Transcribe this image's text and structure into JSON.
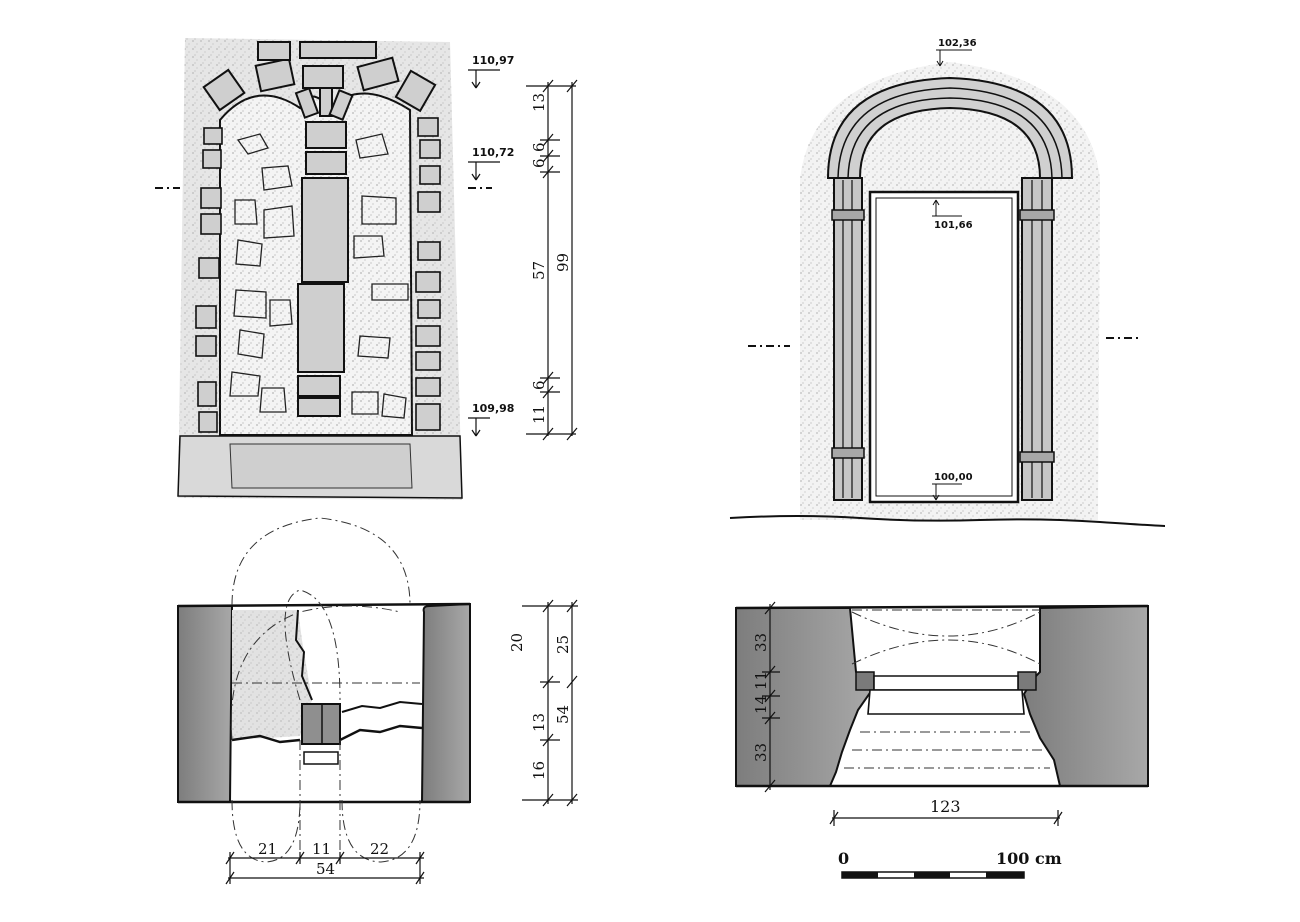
{
  "window": {
    "elevations": [
      "110,97",
      "110,72",
      "109,98"
    ],
    "vertical_dims_outer": [
      "13",
      "6",
      "6",
      "57",
      "6",
      "11"
    ],
    "vertical_dim_total": "99",
    "horizontal_dims": [
      "21",
      "11",
      "22"
    ],
    "horizontal_dim_total": "54",
    "section_dims_left": [
      "20",
      "13",
      "16"
    ],
    "section_dims_right": [
      "25",
      "54"
    ]
  },
  "portal": {
    "elevations": [
      "102,36",
      "101,66",
      "100,00"
    ],
    "vertical_dims": [
      "33",
      "14",
      "11",
      "33"
    ],
    "width_dim": "123"
  },
  "scale": {
    "start_label": "0",
    "end_label": "100 cm"
  },
  "colors": {
    "stone_grey": "#d9d9d9",
    "wall_dark": "#8a8a8a",
    "line": "#111111"
  }
}
